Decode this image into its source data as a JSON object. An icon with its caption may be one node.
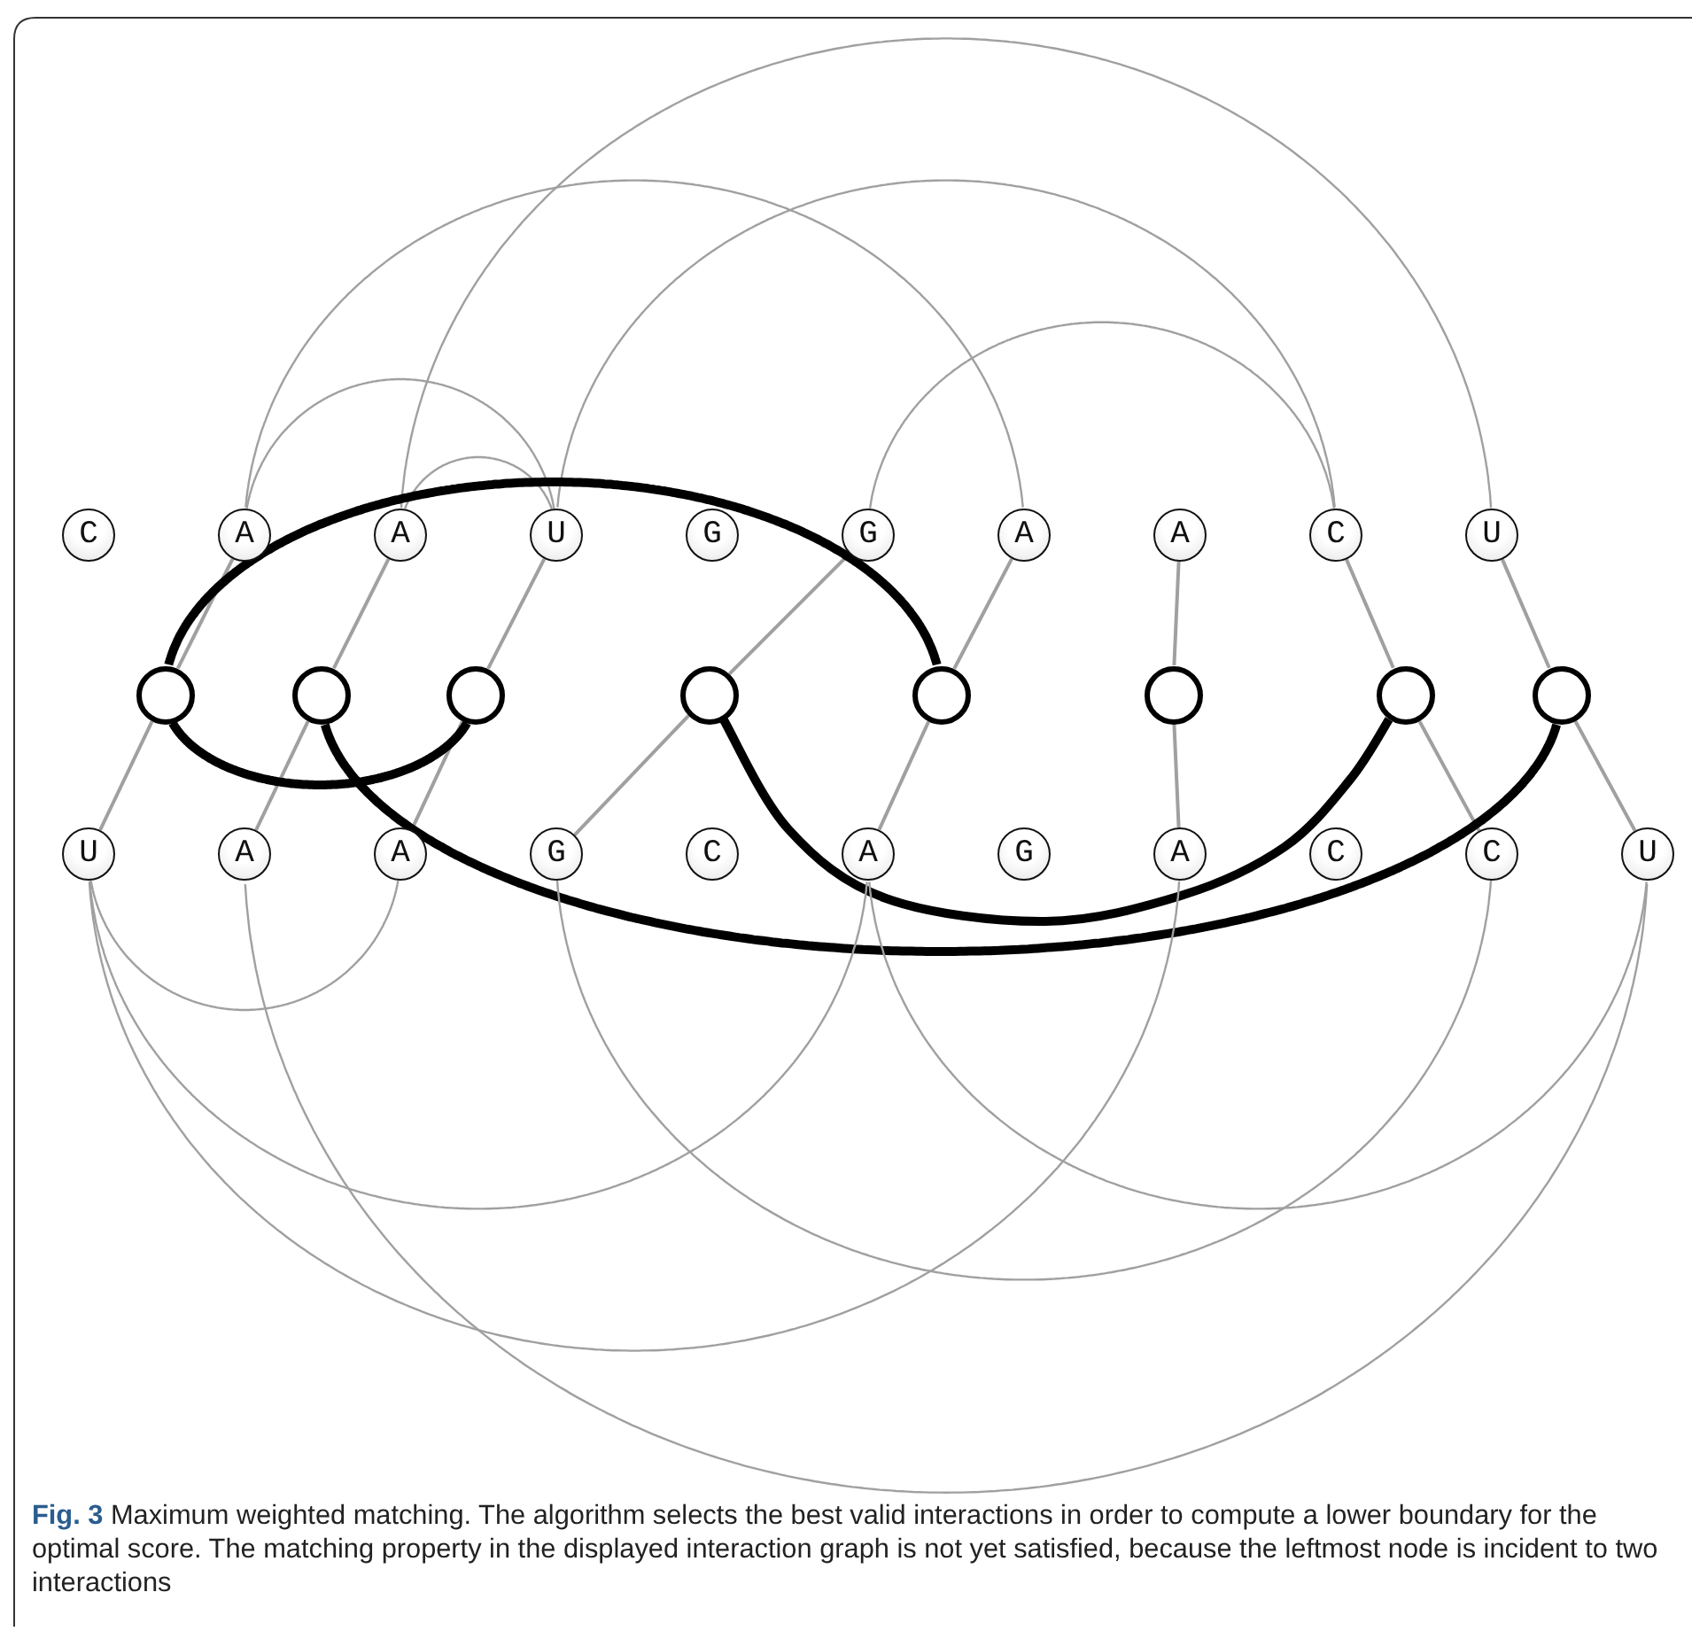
{
  "diagram": {
    "caption": "**Fig. 3** Maximum weighted matching. The algorithm selects the best valid interactions in order to compute a lower boundary for the optimal score. The matching property in the displayed interaction graph is not yet satisfied, because the leftmost node is incident to two interactions",
    "nodes": [
      {
        "text": [
          "C"
        ]
      },
      {
        "text": [
          "A"
        ]
      },
      {
        "text": [
          "A"
        ]
      },
      {
        "text": [
          "U"
        ]
      },
      {
        "text": [
          "G"
        ]
      },
      {
        "text": [
          "G"
        ]
      },
      {
        "text": [
          "A"
        ]
      },
      {
        "text": [
          "A"
        ]
      },
      {
        "text": [
          "C"
        ]
      },
      {
        "text": [
          "U"
        ]
      },
      {
        "text": [],
        "shape": "circle"
      },
      {
        "text": [],
        "shape": "circle"
      },
      {
        "text": [],
        "shape": "circle"
      },
      {
        "text": [],
        "shape": "circle"
      },
      {
        "text": [],
        "shape": "circle"
      },
      {
        "text": [],
        "shape": "circle"
      },
      {
        "text": [],
        "shape": "circle"
      },
      {
        "text": [],
        "shape": "circle"
      },
      {
        "text": [
          "U"
        ]
      },
      {
        "text": [
          "A"
        ]
      },
      {
        "text": [
          "A"
        ]
      },
      {
        "text": [
          "G"
        ]
      },
      {
        "text": [
          "C"
        ]
      },
      {
        "text": [
          "A"
        ]
      },
      {
        "text": [
          "G"
        ]
      },
      {
        "text": [
          "A"
        ]
      },
      {
        "text": [
          "C"
        ]
      },
      {
        "text": [
          "C"
        ]
      },
      {
        "text": [
          "U"
        ]
      }
    ],
    "edges": [
      {
        "from": 1,
        "to": 3,
        "arrow": "none"
      },
      {
        "from": 2,
        "to": 3,
        "arrow": "none"
      },
      {
        "from": 1,
        "to": 6,
        "arrow": "none"
      },
      {
        "from": 2,
        "to": 9,
        "arrow": "none"
      },
      {
        "from": 3,
        "to": 8,
        "arrow": "none"
      },
      {
        "from": 5,
        "to": 8,
        "arrow": "none"
      },
      {
        "from": 1,
        "to": 10,
        "arrow": "none"
      },
      {
        "from": 10,
        "to": 18,
        "arrow": "none"
      },
      {
        "from": 2,
        "to": 11,
        "arrow": "none"
      },
      {
        "from": 11,
        "to": 19,
        "arrow": "none"
      },
      {
        "from": 3,
        "to": 12,
        "arrow": "none"
      },
      {
        "from": 12,
        "to": 20,
        "arrow": "none"
      },
      {
        "from": 5,
        "to": 13,
        "arrow": "none"
      },
      {
        "from": 13,
        "to": 21,
        "arrow": "none"
      },
      {
        "from": 6,
        "to": 14,
        "arrow": "none"
      },
      {
        "from": 14,
        "to": 23,
        "arrow": "none"
      },
      {
        "from": 7,
        "to": 15,
        "arrow": "none"
      },
      {
        "from": 15,
        "to": 25,
        "arrow": "none"
      },
      {
        "from": 8,
        "to": 16,
        "arrow": "none"
      },
      {
        "from": 16,
        "to": 27,
        "arrow": "none"
      },
      {
        "from": 9,
        "to": 17,
        "arrow": "none"
      },
      {
        "from": 17,
        "to": 28,
        "arrow": "none"
      },
      {
        "from": 10,
        "to": 14,
        "arrow": "none",
        "style": "thick",
        "color": "#000000"
      },
      {
        "from": 10,
        "to": 12,
        "arrow": "none",
        "style": "thick",
        "color": "#000000"
      },
      {
        "from": 11,
        "to": 17,
        "arrow": "none",
        "style": "thick",
        "color": "#000000"
      },
      {
        "from": 13,
        "to": 16,
        "arrow": "none",
        "style": "thick",
        "color": "#000000"
      },
      {
        "from": 18,
        "to": 20,
        "arrow": "none"
      },
      {
        "from": 18,
        "to": 23,
        "arrow": "none"
      },
      {
        "from": 18,
        "to": 25,
        "arrow": "none"
      },
      {
        "from": 19,
        "to": 28,
        "arrow": "none"
      },
      {
        "from": 21,
        "to": 27,
        "arrow": "none"
      },
      {
        "from": 23,
        "to": 28,
        "arrow": "none"
      }
    ]
  }
}
